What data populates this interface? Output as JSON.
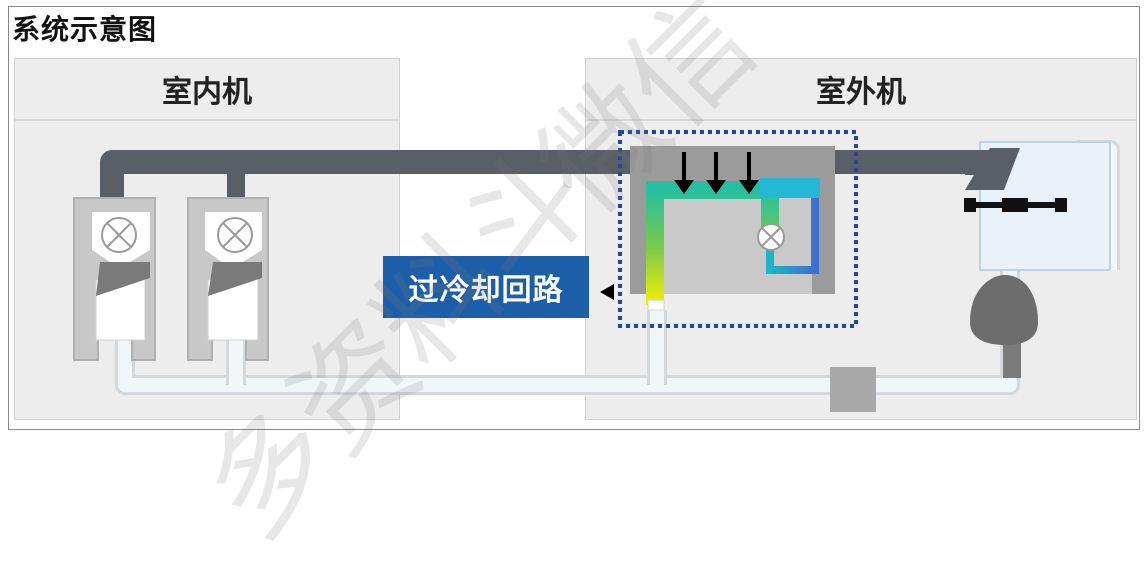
{
  "diagram": {
    "title": "系统示意图",
    "indoor_unit_label": "室内机",
    "outdoor_unit_label": "室外机",
    "subcooling_label": "过冷却回路"
  },
  "watermark": {
    "text_1": "微信",
    "text_2": "多资料斗"
  },
  "colors": {
    "pipe_gas": "#5a5f66",
    "pipe_liquid": "#eef2f6",
    "subcool_box": "#1d5ea8",
    "accent_cyan": "#20b8d8",
    "accent_yellow": "#f5f000",
    "accent_green": "#7ac94b"
  },
  "icons": [
    "expansion-valve-icon",
    "compressor-icon",
    "flow-arrow-icon"
  ]
}
